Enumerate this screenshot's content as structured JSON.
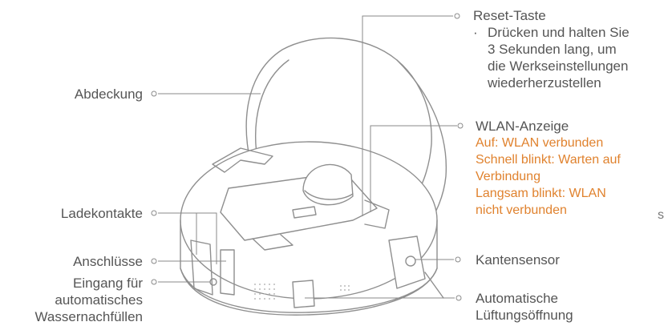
{
  "labels": {
    "cover": "Abdeckung",
    "charging_contacts": "Ladekontakte",
    "ports": "Anschlüsse",
    "water_inlet_lines": [
      "Eingang für",
      "automatisches",
      "Wassernachfüllen"
    ],
    "reset_button": {
      "title": "Reset-Taste",
      "bullet": "·",
      "description_lines": [
        "Drücken und halten Sie",
        "3 Sekunden lang, um",
        "die Werkseinstellungen",
        "wiederherzustellen"
      ]
    },
    "wlan_indicator": {
      "title": "WLAN-Anzeige",
      "on_label": "Auf:",
      "on_text": "WLAN verbunden",
      "fast_label": "Schnell blinkt:",
      "fast_text_initial": "W",
      "fast_text_rest": "arten auf",
      "fast_text_line2": "Verbindung",
      "slow_label": "Langsam blinkt:",
      "slow_text_line1": "WLAN",
      "slow_text_line2": "nicht verbunden",
      "stray_char": "s"
    },
    "edge_sensor": "Kantensensor",
    "auto_vent_lines": [
      "Automatische",
      "Lüftungsöffnung"
    ]
  },
  "colors": {
    "text": "#555555",
    "accent": "#e0822e",
    "line": "#8a8a8a"
  }
}
